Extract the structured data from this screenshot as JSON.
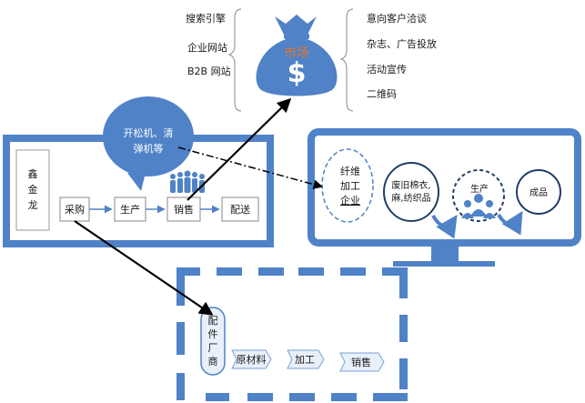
{
  "market": {
    "bag_label": "市场",
    "left_items": [
      "搜索引擎",
      "企业网站",
      "B2B 网站"
    ],
    "right_items": [
      "意向客户洽谈",
      "杂志、广告投放",
      "活动宣传",
      "二维码"
    ]
  },
  "bubble": {
    "text_line1": "开松机、清",
    "text_line2": "弹机等"
  },
  "company": {
    "name_chars": [
      "鑫",
      "金",
      "龙"
    ],
    "steps": [
      "采购",
      "生产",
      "销售",
      "配送"
    ]
  },
  "monitor": {
    "enterprise_lines": [
      "纤维",
      "加工",
      "企业"
    ],
    "waste_lines": [
      "废旧棉衣,",
      "麻,纺织品"
    ],
    "produce_label": "生产",
    "product_label": "成品"
  },
  "supplier": {
    "name_chars": [
      "配",
      "件",
      "厂",
      "商"
    ],
    "steps": [
      "原材料",
      "加工",
      "销售"
    ]
  },
  "colors": {
    "primary": "#4f82c7",
    "dark": "#1f3d63",
    "light": "#e8f0fa"
  }
}
